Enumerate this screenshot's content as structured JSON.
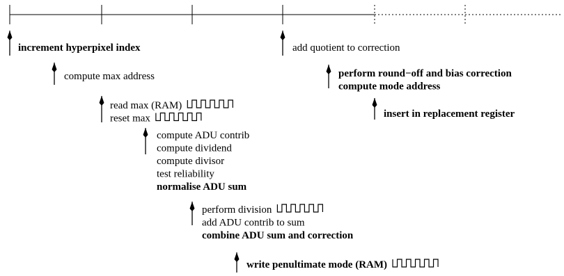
{
  "diagram": {
    "events": [
      {
        "id": "e1",
        "lines": [
          {
            "text": "increment hyperpixel index",
            "bold": true
          }
        ]
      },
      {
        "id": "e2",
        "lines": [
          {
            "text": "compute max address",
            "bold": false
          }
        ]
      },
      {
        "id": "e3",
        "lines": [
          {
            "text": "read max  (RAM)",
            "bold": false,
            "pulses": true
          },
          {
            "text": "reset max",
            "bold": false,
            "pulses": true
          }
        ]
      },
      {
        "id": "e4",
        "lines": [
          {
            "text": "compute ADU contrib",
            "bold": false
          },
          {
            "text": "compute dividend",
            "bold": false
          },
          {
            "text": "compute divisor",
            "bold": false
          },
          {
            "text": "test reliability",
            "bold": false
          },
          {
            "text": "normalise ADU sum",
            "bold": true
          }
        ]
      },
      {
        "id": "e5",
        "lines": [
          {
            "text": "perform division",
            "bold": false,
            "pulses": true
          },
          {
            "text": "add ADU contrib to sum",
            "bold": false
          },
          {
            "text": "combine ADU sum and correction",
            "bold": true
          }
        ]
      },
      {
        "id": "e6",
        "lines": [
          {
            "text": "write penultimate mode (RAM)",
            "bold": true,
            "pulses": true
          }
        ]
      },
      {
        "id": "e7",
        "lines": [
          {
            "text": "add quotient to correction",
            "bold": false
          }
        ]
      },
      {
        "id": "e8",
        "lines": [
          {
            "text": "perform round−off and bias correction",
            "bold": true
          },
          {
            "text": "compute mode address",
            "bold": true
          }
        ]
      },
      {
        "id": "e9",
        "lines": [
          {
            "text": "insert in replacement register",
            "bold": true
          }
        ]
      }
    ]
  }
}
